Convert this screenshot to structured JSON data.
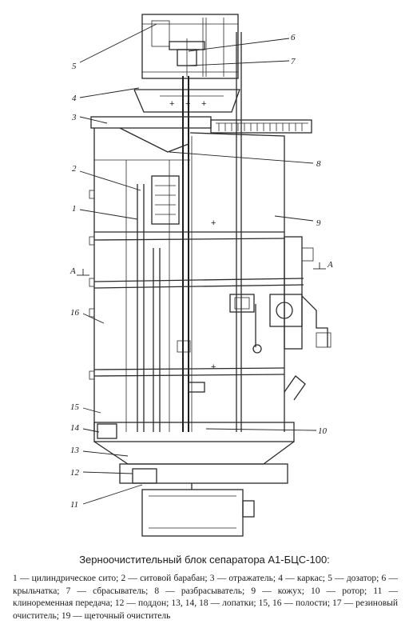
{
  "labels": {
    "l1": "1",
    "l2": "2",
    "l3": "3",
    "l4": "4",
    "l5": "5",
    "l6": "6",
    "l7": "7",
    "l8": "8",
    "l9": "9",
    "l10": "10",
    "l11": "11",
    "l12": "12",
    "l13": "13",
    "l14": "14",
    "l15": "15",
    "l16": "16",
    "section_left": "А",
    "section_right": "А"
  },
  "caption": "Зерноочистительный блок сепаратора А1-БЦС-100:",
  "legend": "1 — цилиндрическое сито; 2 — ситовой барабан; 3 — отражатель; 4 — каркас; 5 — дозатор; 6 — крыльчатка; 7 — сбрасыватель; 8 — разбрасыватель; 9 — кожух; 10 — ротор; 11 — клиноременная передача; 12 — поддон; 13, 14, 18 — лопатки; 15, 16 — полости; 17 — резиновый очиститель; 19 — щеточный очиститель"
}
